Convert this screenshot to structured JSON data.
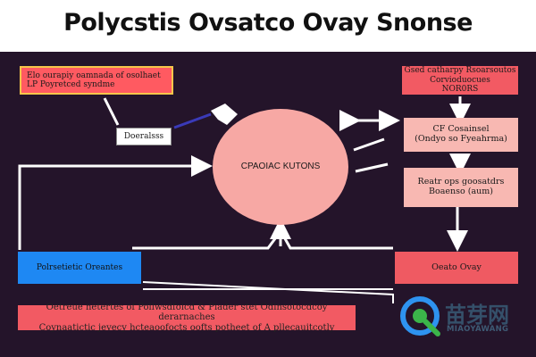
{
  "title": "Polycstis Ovsatco Ovay Snonse",
  "nodes": {
    "top_left_note": "Elo ourapiy oamnada of osolhaet\nLP Poyretced syndme",
    "left_label": "Doeralsss",
    "central": "CPAOIAC KUTONS",
    "right_top": "Gsed catharpy Rsoarsoutos\nCorvioduocues\nNOR0RS",
    "right_mid": "CF Cosainsel\n(Ondyo so Fyeahrma)",
    "right_lower": "Reatr ops goosatdrs\nBoaenso (aum)",
    "bottom_left": "Polrsetietic Oreantes",
    "bottom_right": "Oeato Ovay",
    "bottom_strip": "Oetreue netertes of Pollwsdfoicd & Piader stet Odinsotocdcoy derarnaches\nCoynaatictic jevecy hcteaoofocts oofts potheet of A pllecauitcotly"
  },
  "watermark": {
    "cn_text": "苗芽网",
    "en_text": "MIAOYAWANG"
  },
  "colors": {
    "background": "#24142a",
    "accent_red": "#f25a63",
    "accent_pink": "#f8b8b2",
    "accent_blue": "#1e88f3"
  }
}
